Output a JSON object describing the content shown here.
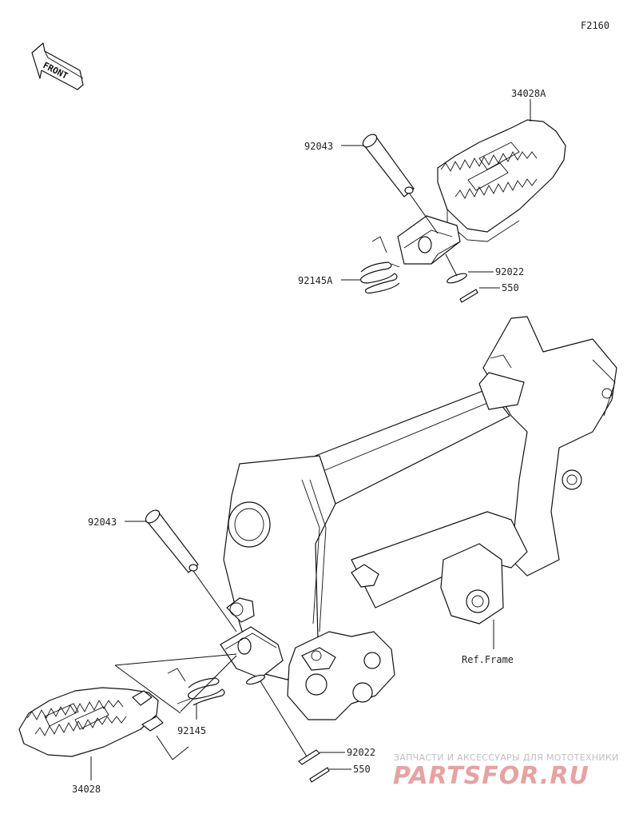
{
  "diagram": {
    "figure_code": "F2160",
    "front_badge": "FRONT",
    "labels": {
      "pin_upper": "92043",
      "footpeg_right": "34028A",
      "spring_upper": "92145A",
      "washer_upper": "92022",
      "cotter_upper": "550",
      "pin_lower": "92043",
      "spring_lower": "92145",
      "footpeg_left": "34028",
      "washer_lower": "92022",
      "cotter_lower": "550",
      "ref_frame": "Ref.Frame"
    }
  },
  "watermark": {
    "tagline": "ЗАПЧАСТИ И АКСЕССУАРЫ ДЛЯ МОТОТЕХНИКИ",
    "brand": "PARTSFOR.RU"
  },
  "colors": {
    "ink": "#111111",
    "watermark_text": "#bfbfbf",
    "watermark_brand": "#e7a2a2"
  }
}
